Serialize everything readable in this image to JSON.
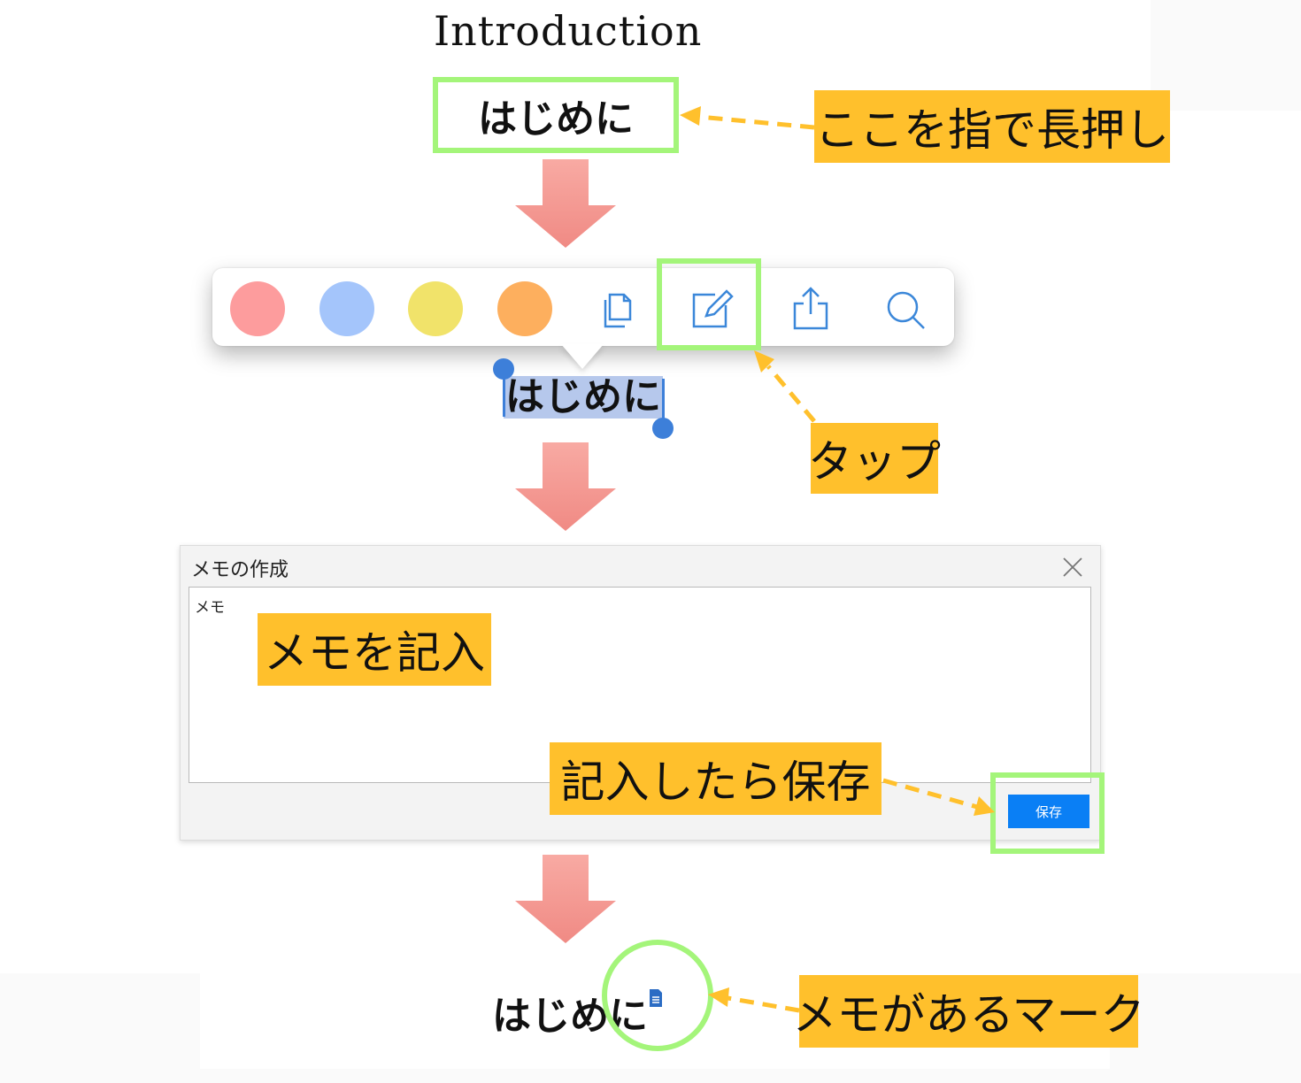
{
  "title": "Introduction",
  "heading_text": "はじめに",
  "callouts": {
    "long_press": "ここを指で長押し",
    "tap": "タップ",
    "enter_memo": "メモを記入",
    "save_after": "記入したら保存",
    "memo_mark": "メモがあるマーク"
  },
  "toolbar": {
    "swatches": [
      {
        "name": "red",
        "color": "#fd9c9d"
      },
      {
        "name": "blue",
        "color": "#a4c5fb"
      },
      {
        "name": "yellow",
        "color": "#f1e36a"
      },
      {
        "name": "orange",
        "color": "#fdaf5e"
      }
    ],
    "icons": [
      "copy-icon",
      "note-edit-icon",
      "share-icon",
      "search-icon"
    ],
    "icon_color": "#3b87d9"
  },
  "selection_text": "はじめに",
  "dialog": {
    "title": "メモの作成",
    "placeholder": "メモ",
    "save_label": "保存"
  },
  "final_text": "はじめに",
  "colors": {
    "highlight": "#a4f57a",
    "callout": "#ffc02c",
    "flow_arrow": "#f5908a",
    "save_button": "#0a7ff5"
  }
}
